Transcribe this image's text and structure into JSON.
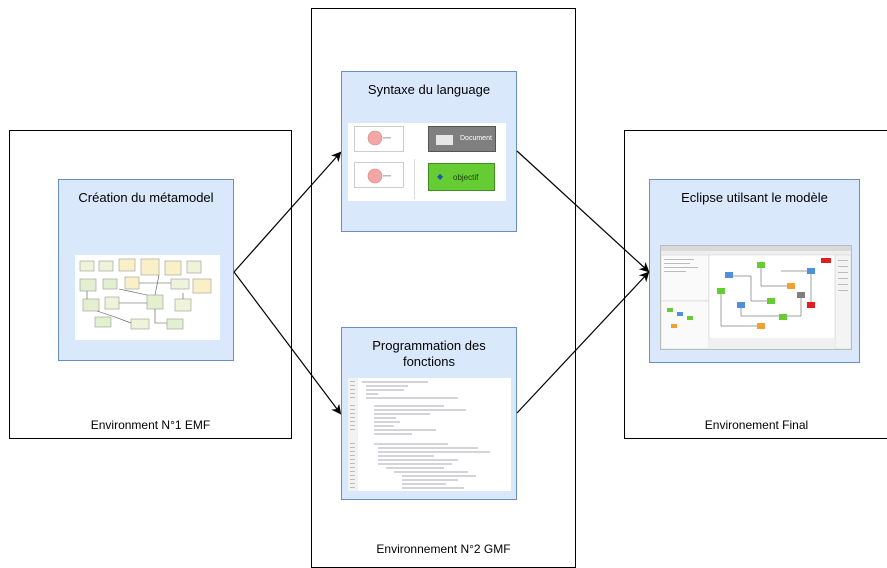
{
  "environments": {
    "emf": {
      "label": "Environment N°1 EMF"
    },
    "gmf": {
      "label": "Environnement N°2 GMF"
    },
    "final": {
      "label": "Environement Final"
    }
  },
  "panels": {
    "metamodel": {
      "title": "Création du métamodel"
    },
    "syntax": {
      "title": "Syntaxe du language"
    },
    "programming": {
      "title": "Programmation des fonctions"
    },
    "eclipse": {
      "title": "Eclipse utilsant le modèle"
    }
  },
  "syntax_preview": {
    "document_label": "Document",
    "objectif_label": "objectif"
  },
  "colors": {
    "panel_fill": "#dae8fc",
    "panel_stroke": "#6c8ebf",
    "document_fill": "#7f7f7f",
    "objectif_fill": "#66cc33",
    "node_circle": "#f4a6a6"
  }
}
